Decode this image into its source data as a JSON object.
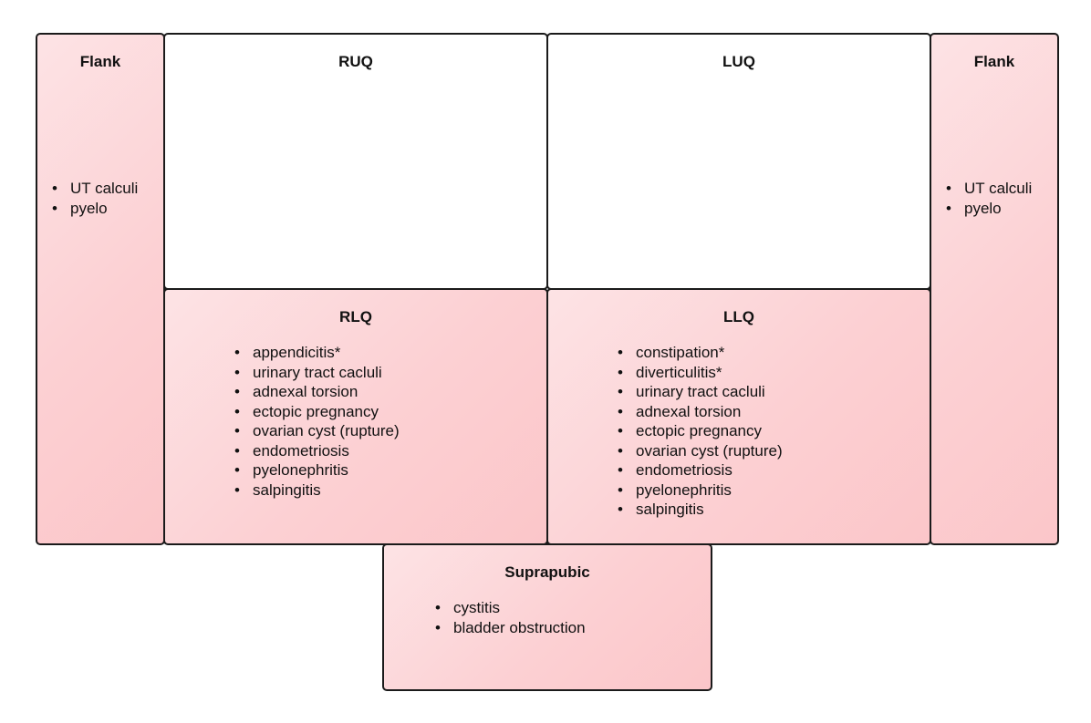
{
  "regions": {
    "flank_left": {
      "title": "Flank",
      "items": [
        "UT calculi",
        "pyelo"
      ]
    },
    "ruq": {
      "title": "RUQ",
      "items": []
    },
    "luq": {
      "title": "LUQ",
      "items": []
    },
    "flank_right": {
      "title": "Flank",
      "items": [
        "UT calculi",
        "pyelo"
      ]
    },
    "rlq": {
      "title": "RLQ",
      "items": [
        "appendicitis*",
        "urinary tract cacluli",
        "adnexal torsion",
        "ectopic pregnancy",
        "ovarian cyst (rupture)",
        "endometriosis",
        "pyelonephritis",
        "salpingitis"
      ]
    },
    "llq": {
      "title": "LLQ",
      "items": [
        "constipation*",
        "diverticulitis*",
        "urinary tract cacluli",
        "adnexal torsion",
        "ectopic pregnancy",
        "ovarian cyst (rupture)",
        "endometriosis",
        "pyelonephritis",
        "salpingitis"
      ]
    },
    "suprapubic": {
      "title": "Suprapubic",
      "items": [
        "cystitis",
        "bladder obstruction"
      ]
    }
  },
  "colors": {
    "fill_pink": "#fcd0d3",
    "fill_white": "#ffffff",
    "border": "#1a1a1a"
  }
}
